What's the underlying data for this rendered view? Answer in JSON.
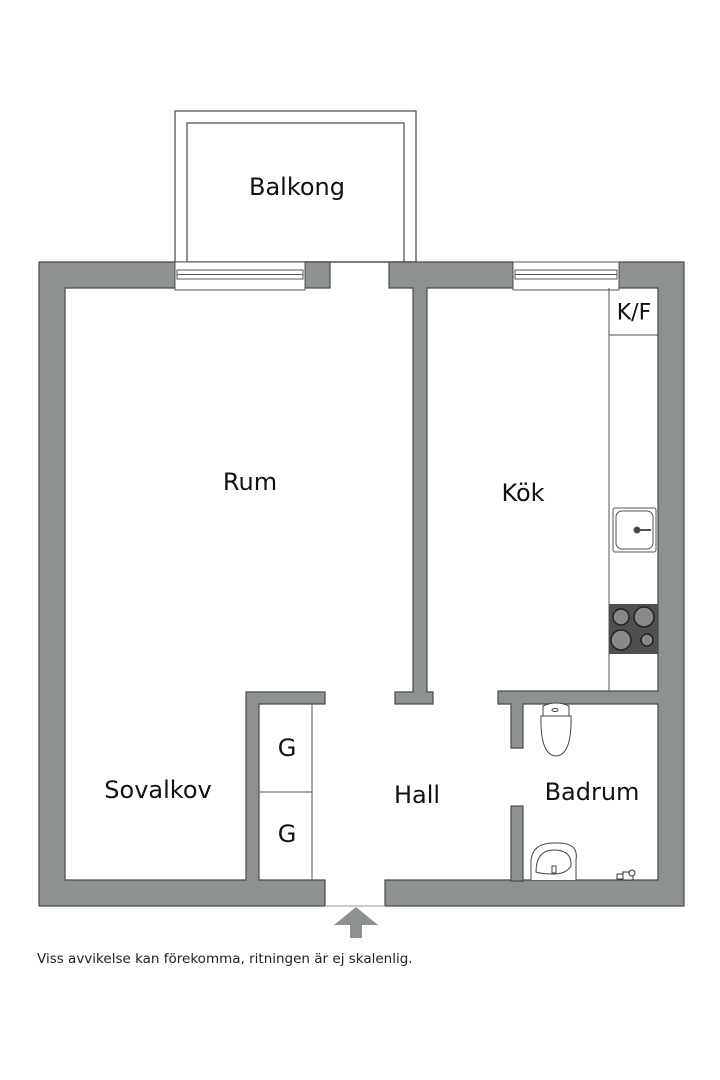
{
  "rooms": {
    "balkong": "Balkong",
    "rum": "Rum",
    "kok": "Kök",
    "kf": "K/F",
    "sovalkov": "Sovalkov",
    "hall": "Hall",
    "badrum": "Badrum",
    "closet_1": "G",
    "closet_2": "G"
  },
  "colors": {
    "wall": "#8e9192",
    "wall_stroke": "#4a4a4a",
    "stove": "#4e5050",
    "background": "#ffffff"
  },
  "icons": [
    "entrance-arrow-icon",
    "sink-icon",
    "stove-icon",
    "toilet-icon",
    "washbasin-icon",
    "faucet-icon",
    "window-icon"
  ],
  "footer": {
    "disclaimer": "Viss avvikelse kan förekomma, ritningen är ej skalenlig."
  }
}
